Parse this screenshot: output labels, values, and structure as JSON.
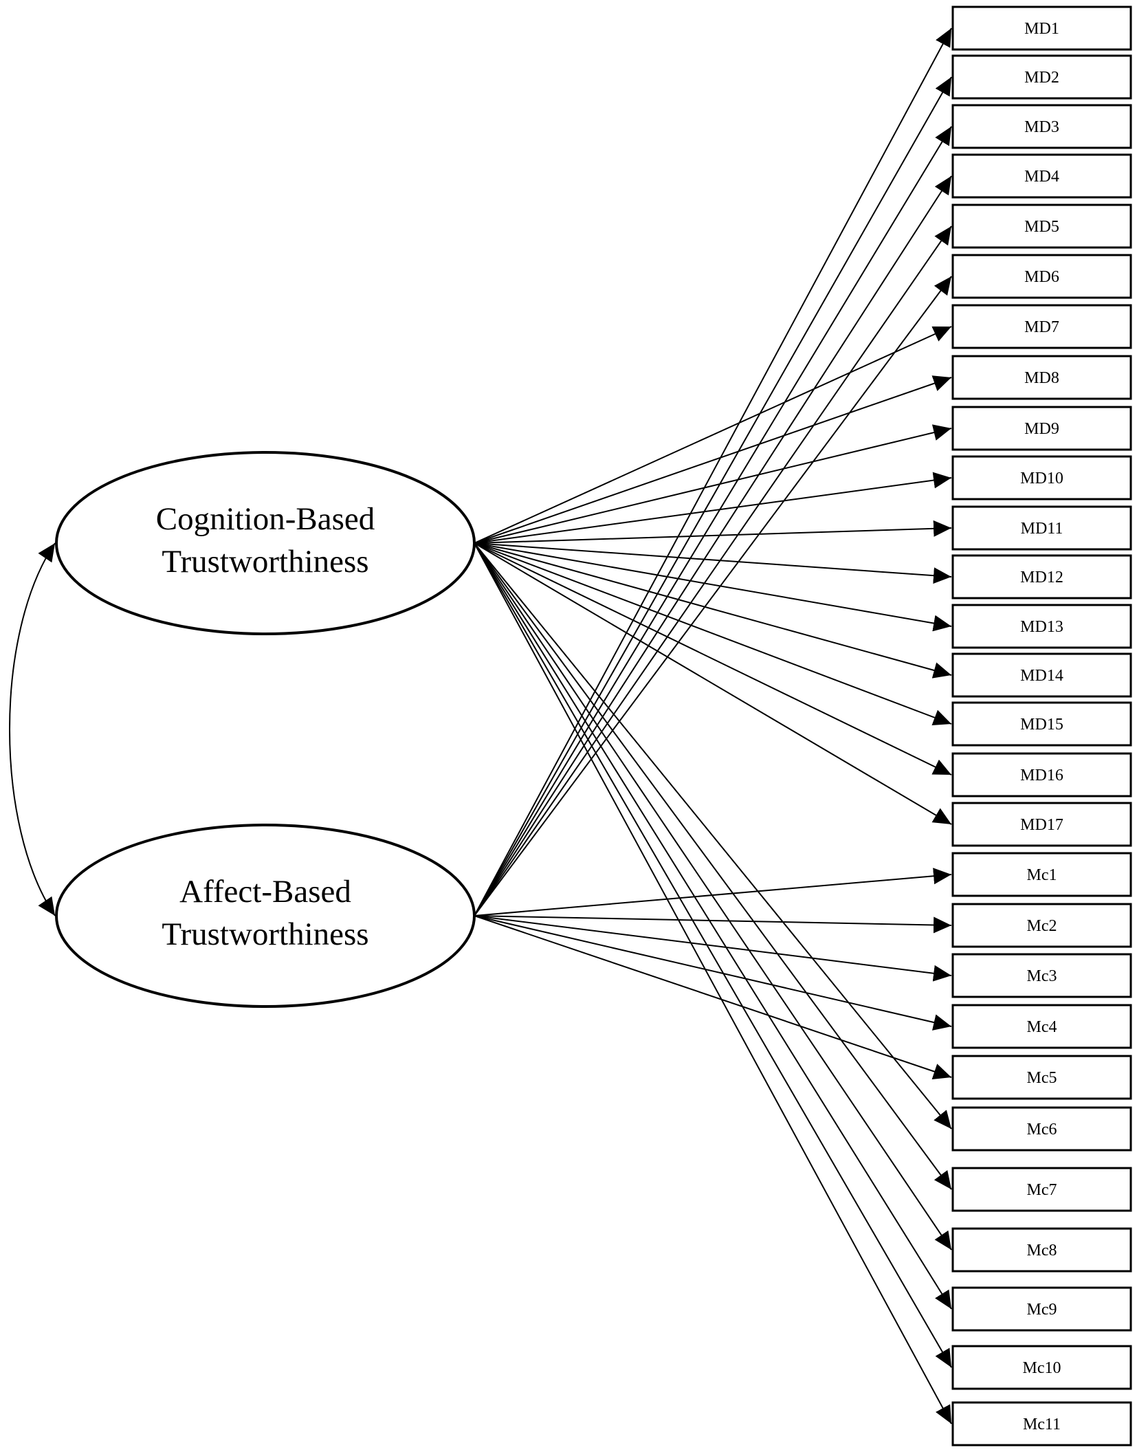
{
  "factors": [
    {
      "id": "cognition",
      "lines": [
        "Cognition-Based",
        "Trustworthiness"
      ]
    },
    {
      "id": "affect",
      "lines": [
        "Affect-Based",
        "Trustworthiness"
      ]
    }
  ],
  "items": [
    {
      "label": "MD1",
      "factor": "affect"
    },
    {
      "label": "MD2",
      "factor": "affect"
    },
    {
      "label": "MD3",
      "factor": "affect"
    },
    {
      "label": "MD4",
      "factor": "affect"
    },
    {
      "label": "MD5",
      "factor": "affect"
    },
    {
      "label": "MD6",
      "factor": "affect"
    },
    {
      "label": "MD7",
      "factor": "cognition"
    },
    {
      "label": "MD8",
      "factor": "cognition"
    },
    {
      "label": "MD9",
      "factor": "cognition"
    },
    {
      "label": "MD10",
      "factor": "cognition"
    },
    {
      "label": "MD11",
      "factor": "cognition"
    },
    {
      "label": "MD12",
      "factor": "cognition"
    },
    {
      "label": "MD13",
      "factor": "cognition"
    },
    {
      "label": "MD14",
      "factor": "cognition"
    },
    {
      "label": "MD15",
      "factor": "cognition"
    },
    {
      "label": "MD16",
      "factor": "cognition"
    },
    {
      "label": "MD17",
      "factor": "cognition"
    },
    {
      "label": "Mc1",
      "factor": "affect"
    },
    {
      "label": "Mc2",
      "factor": "affect"
    },
    {
      "label": "Mc3",
      "factor": "affect"
    },
    {
      "label": "Mc4",
      "factor": "affect"
    },
    {
      "label": "Mc5",
      "factor": "affect"
    },
    {
      "label": "Mc6",
      "factor": "cognition"
    },
    {
      "label": "Mc7",
      "factor": "cognition"
    },
    {
      "label": "Mc8",
      "factor": "cognition"
    },
    {
      "label": "Mc9",
      "factor": "cognition"
    },
    {
      "label": "Mc10",
      "factor": "cognition"
    },
    {
      "label": "Mc11",
      "factor": "cognition"
    }
  ],
  "covariance": [
    "cognition",
    "affect"
  ]
}
